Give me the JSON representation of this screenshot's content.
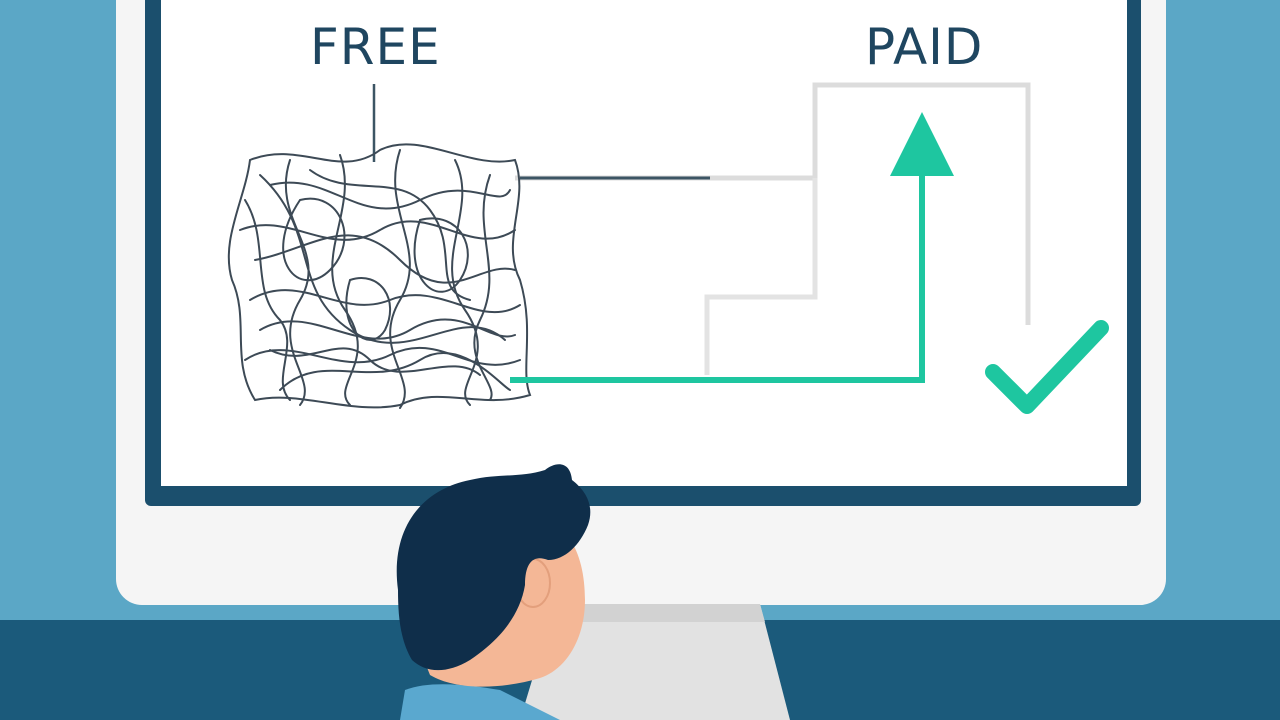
{
  "labels": {
    "free": "FREE",
    "paid": "PAID"
  },
  "colors": {
    "background": "#5ba7c6",
    "desk": "#1b5a7b",
    "bezel": "#f5f5f5",
    "screen_frame": "#1b4f6d",
    "screen": "#ffffff",
    "accent": "#1ec6a0",
    "text": "#1f4660",
    "hair": "#0f2e4a",
    "skin": "#f4b796",
    "shirt": "#5aa8cf",
    "tangle": "#3d4a56"
  },
  "icons": [
    "tangle-scribble",
    "up-arrow-icon",
    "checkmark-icon"
  ]
}
